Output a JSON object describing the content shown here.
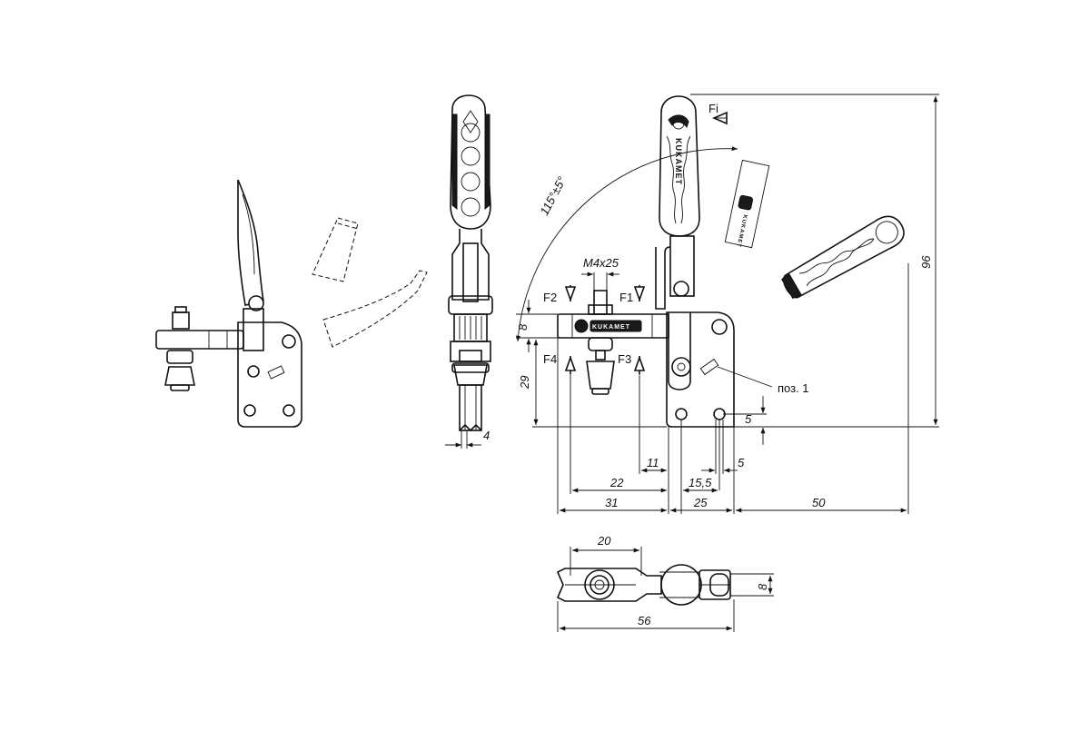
{
  "dimensions": {
    "angle": "115°±5°",
    "thread": "M4x25",
    "height_total": "96",
    "depth_8_top": "8",
    "depth_29": "29",
    "width_4": "4",
    "d_11": "11",
    "d_22": "22",
    "d_15_5": "15,5",
    "d_5_hole": "5",
    "d_5_vertical": "5",
    "d_31": "31",
    "d_25": "25",
    "d_50": "50",
    "d_20": "20",
    "d_56": "56",
    "d_8_side": "8"
  },
  "forces": {
    "f1": "F1",
    "f2": "F2",
    "f3": "F3",
    "f4": "F4",
    "fi": "Fi"
  },
  "callout": "поз. 1",
  "brand": "KUKAMET"
}
